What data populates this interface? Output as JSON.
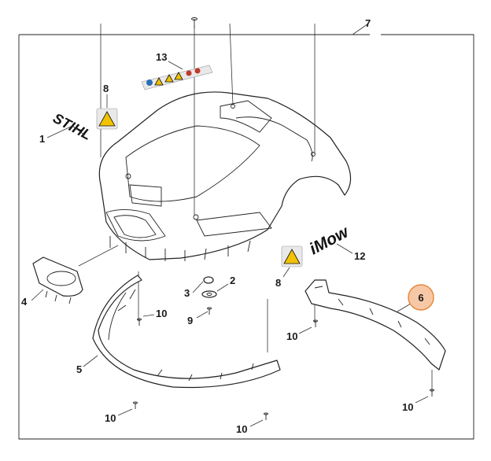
{
  "callouts": {
    "c1": "1",
    "c2": "2",
    "c3": "3",
    "c4": "4",
    "c5": "5",
    "c6": "6",
    "c7": "7",
    "c8a": "8",
    "c8b": "8",
    "c9": "9",
    "c10a": "10",
    "c10b": "10",
    "c10c": "10",
    "c10d": "10",
    "c10e": "10",
    "c12": "12",
    "c13": "13"
  },
  "brand": {
    "stihl": "STIHL",
    "imow": "iMow"
  },
  "colors": {
    "highlight_fill": "#f7c8a6",
    "highlight_stroke": "#e58a3c",
    "warning_yellow": "#f2c200",
    "line": "#222222"
  }
}
